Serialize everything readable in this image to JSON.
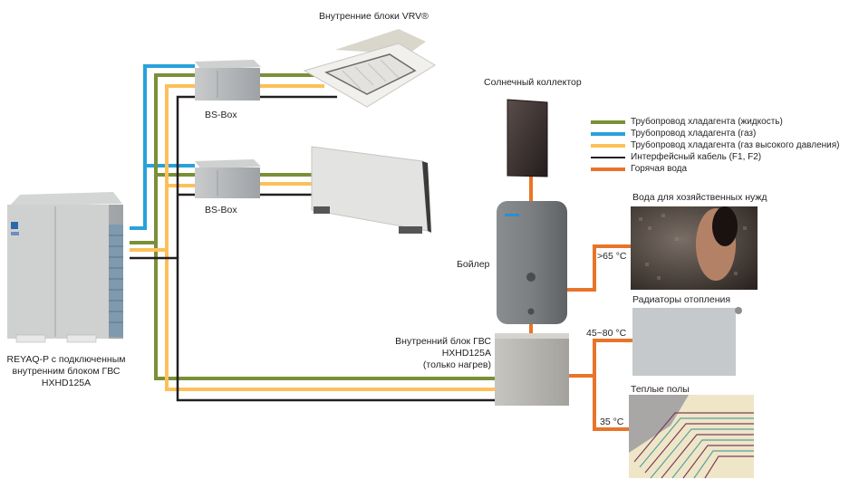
{
  "colors": {
    "liquid": "#7a9038",
    "gas": "#27a2db",
    "high_pressure_gas": "#fcc05a",
    "interface_cable": "#231f20",
    "hot_water": "#e8742a"
  },
  "labels": {
    "vrv_indoor_units": "Внутренние блоки VRV®",
    "bs_box_1": "BS-Box",
    "bs_box_2": "BS-Box",
    "solar_collector": "Солнечный коллектор",
    "boiler": "Бойлер",
    "outdoor_unit": [
      "REYAQ-P с подключенным",
      "внутренним блоком ГВС",
      "HXHD125A"
    ],
    "hw_indoor_unit": [
      "Внутренний блок ГВС",
      "HXHD125A",
      "(только нагрев)"
    ],
    "domestic_water": "Вода для хозяйственных нужд",
    "radiators": "Радиаторы отопления",
    "floor_heating": "Теплые полы",
    "temp_domestic": ">65 °C",
    "temp_radiators": "45~80 °C",
    "temp_floor": "35 °C"
  },
  "legend": [
    {
      "key": "liquid",
      "label": "Трубопровод хладагента (жидкость)"
    },
    {
      "key": "gas",
      "label": "Трубопровод хладагента (газ)"
    },
    {
      "key": "high_pressure_gas",
      "label": "Трубопровод хладагента (газ высокого давления)"
    },
    {
      "key": "interface_cable",
      "label": "Интерфейсный кабель (F1, F2)"
    },
    {
      "key": "hot_water",
      "label": "Горячая вода"
    }
  ]
}
